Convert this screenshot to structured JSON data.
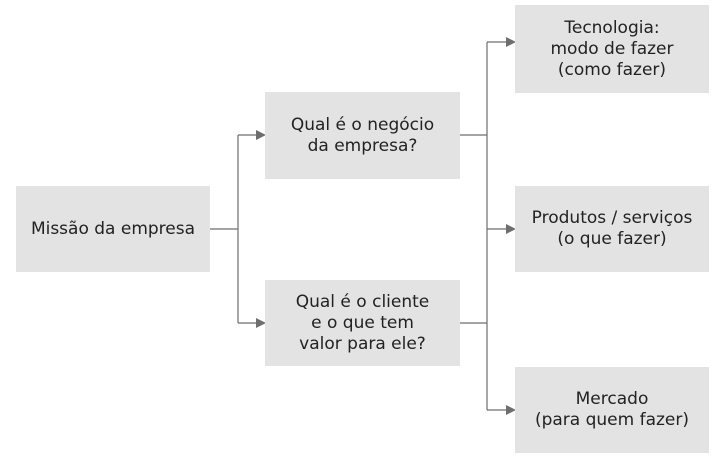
{
  "diagram": {
    "root": {
      "lines": [
        "Missão da empresa"
      ]
    },
    "questions": [
      {
        "lines": [
          "Qual é o negócio",
          "da empresa?"
        ]
      },
      {
        "lines": [
          "Qual é o cliente",
          "e o que tem",
          "valor para ele?"
        ]
      }
    ],
    "outcomes": [
      {
        "lines": [
          "Tecnologia:",
          "modo de fazer",
          "(como fazer)"
        ]
      },
      {
        "lines": [
          "Produtos / serviços",
          "(o que fazer)"
        ]
      },
      {
        "lines": [
          "Mercado",
          "(para quem fazer)"
        ]
      }
    ],
    "colors": {
      "box_fill": "#e3e3e3",
      "line": "#6e6e6e",
      "text": "#222222"
    }
  }
}
